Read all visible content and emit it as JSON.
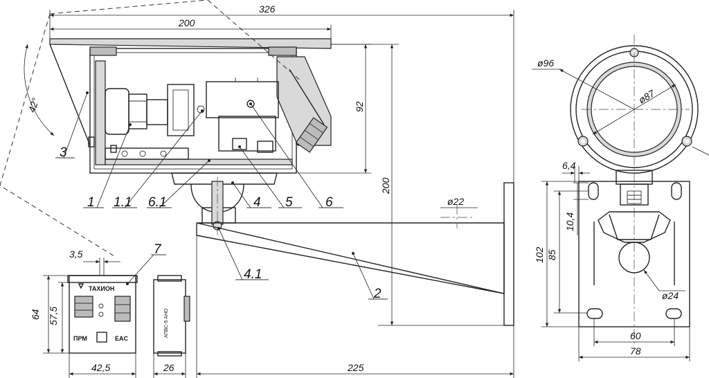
{
  "dimensions": {
    "d326": "326",
    "d200_top": "200",
    "d92": "92",
    "d200_vert": "200",
    "d225": "225",
    "d42deg": "42°",
    "d22": "ø22",
    "d3_5": "3,5",
    "d64": "64",
    "d57_5": "57,5",
    "d42_5": "42,5",
    "d26": "26",
    "d96": "ø96",
    "d87": "ø87",
    "d6_4": "6,4",
    "d10_4": "10,4",
    "d102": "102",
    "d85": "85",
    "d24": "ø24",
    "d60": "60",
    "d78": "78"
  },
  "callouts": {
    "c1": "1",
    "c1_1": "1.1",
    "c6_1": "6.1",
    "c4": "4",
    "c5": "5",
    "c6": "6",
    "c3": "3",
    "c2": "2",
    "c4_1": "4.1",
    "c7": "7"
  },
  "module": {
    "brand": "ТАХИОН",
    "prm": "ПРМ",
    "eac": "EAC",
    "side_label": "АПВС-5 АНО"
  },
  "colors": {
    "line": "#222222",
    "fill_light": "#d9d9d9",
    "fill_dark": "#bbbbbb"
  }
}
